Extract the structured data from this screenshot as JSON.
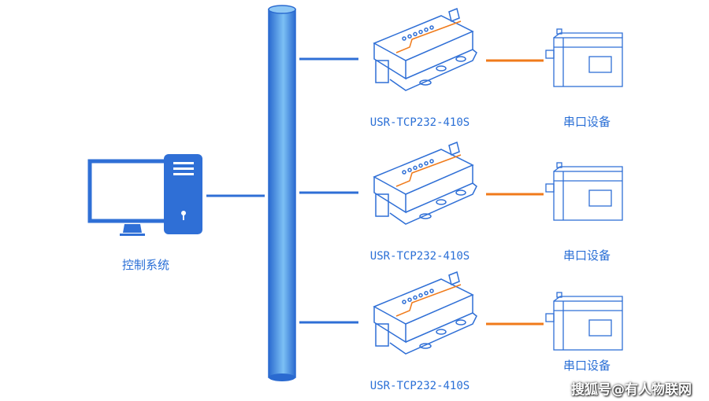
{
  "control_system": {
    "label": "控制系统",
    "icon": "computer-icon"
  },
  "bus": {
    "icon": "network-bus"
  },
  "rows": [
    {
      "device_label": "USR-TCP232-410S",
      "serial_label": "串口设备"
    },
    {
      "device_label": "USR-TCP232-410S",
      "serial_label": "串口设备"
    },
    {
      "device_label": "USR-TCP232-410S",
      "serial_label": "串口设备"
    }
  ],
  "watermark": "搜狐号@有人物联网",
  "colors": {
    "blue": "#2f6fd6",
    "orange": "#f07a1a",
    "bus_light": "#6fb4f0"
  }
}
